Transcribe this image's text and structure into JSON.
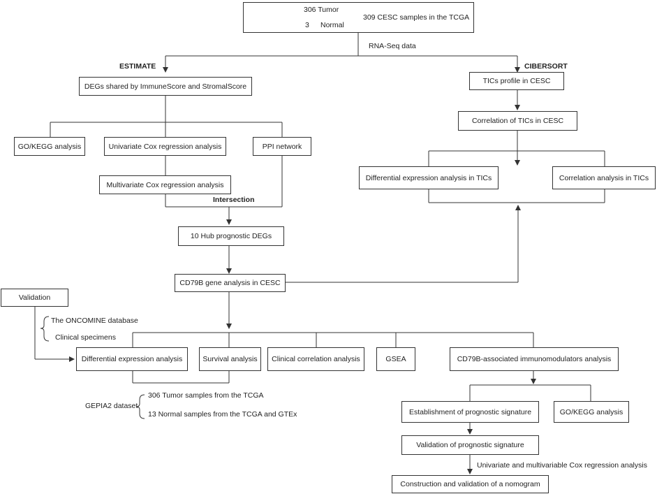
{
  "top": {
    "tumor": "306 Tumor",
    "normal_count": "3",
    "normal_label": "Normal",
    "samples": "309 CESC samples  in the TCGA"
  },
  "rna_seq": "RNA-Seq data",
  "estimate": "ESTIMATE",
  "cibersort": "CIBERSORT",
  "degs_shared": "DEGs shared by ImmuneScore and StromalScore",
  "go_kegg_1": "GO/KEGG  analysis",
  "univariate_cox": "Univariate Cox regression analysis",
  "ppi": "PPI network",
  "multivariate_cox": "Multivariate Cox regression analysis",
  "intersection": "Intersection",
  "hub_degs": "10 Hub prognostic DEGs",
  "cd79b_analysis": "CD79B gene analysis in CESC",
  "tics_profile": "TICs profile in CESC",
  "tics_correlation": "Correlation of TICs in CESC",
  "diff_expr_tics": "Differential expression analysis in TICs",
  "corr_tics": "Correlation analysis in TICs",
  "validation": "Validation",
  "oncomine": "The ONCOMINE database",
  "clinical_specimens": "Clinical specimens",
  "diff_expr": "Differential expression analysis",
  "survival": "Survival analysis",
  "clinical_corr": "Clinical correlation analysis",
  "gsea": "GSEA",
  "immunomod": "CD79B-associated immunomodulators analysis",
  "gepia": {
    "dataset": "GEPIA2 dataset",
    "tumor": "306 Tumor samples from the TCGA",
    "normal": "13   Normal samples from the TCGA and GTEx"
  },
  "establish_sig": "Establishment of  prognostic signature",
  "go_kegg_2": "GO/KEGG analysis",
  "validate_sig": "Validation of prognostic signature",
  "uni_multi_cox": "Univariate and multivariable Cox regression analysis",
  "nomogram": "Construction and validation of  a  nomogram"
}
